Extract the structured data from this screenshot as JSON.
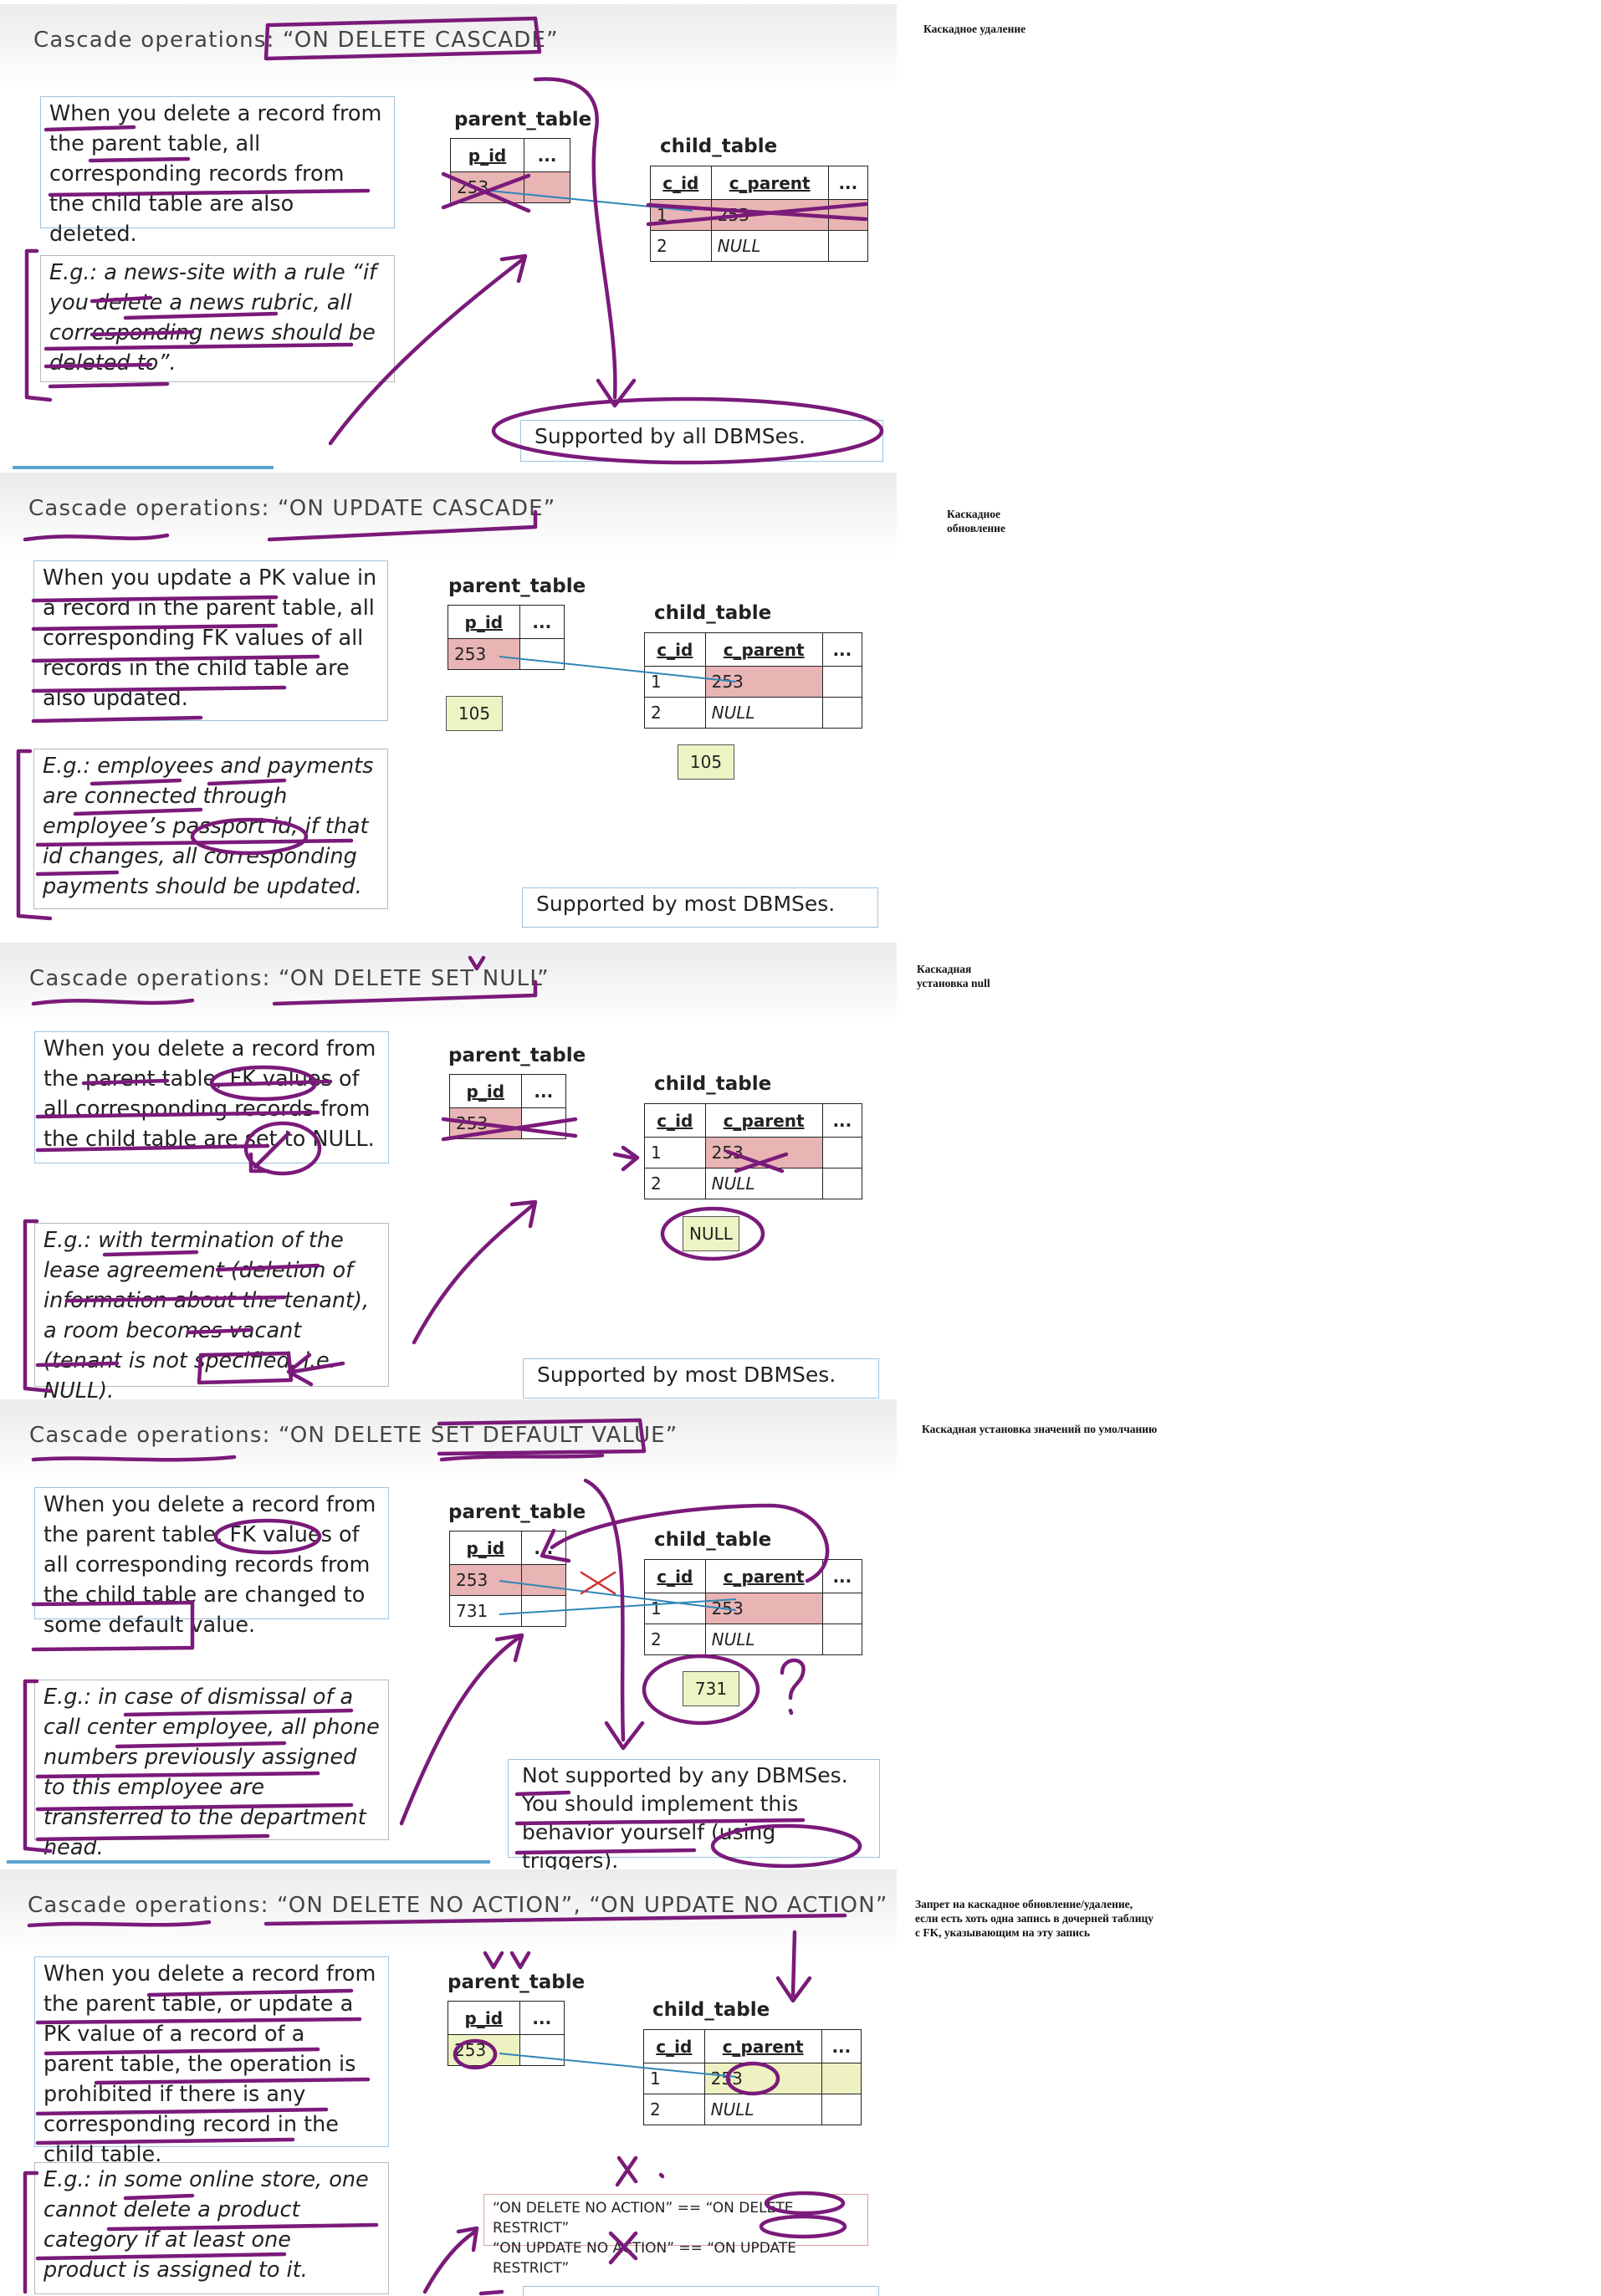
{
  "slides": [
    {
      "title": "Cascade operations: “ON DELETE CASCADE”",
      "desc": "When you delete a record from the parent table, all corresponding records from the child table are also deleted.",
      "example": "E.g.: a news-site with a rule “if you delete a news rubric, all corresponding news should be deleted to”.",
      "support": "Supported by all DBMSes.",
      "note": "Каскадное удаление"
    },
    {
      "title": "Cascade operations: “ON UPDATE CASCADE”",
      "desc": "When you update a PK value in a record in the parent table, all corresponding FK values of all records in the child table are also updated.",
      "example": "E.g.: employees and payments are connected through employee’s passport id, if that id changes, all corresponding payments should be updated.",
      "support": "Supported by most DBMSes.",
      "callout_parent": "105",
      "callout_child": "105",
      "note": "Каскадное обновление"
    },
    {
      "title": "Cascade operations: “ON DELETE SET NULL”",
      "desc": "When you delete a record from the parent table, FK values of all corresponding records from the child table are set to NULL.",
      "example": "E.g.: with termination of the lease agreement (deletion of information about the tenant), a room becomes vacant (tenant is not specified, i.e. NULL).",
      "support": "Supported by most DBMSes.",
      "callout_child": "NULL",
      "note": "Каскадная установка null"
    },
    {
      "title": "Cascade operations: “ON DELETE SET DEFAULT VALUE”",
      "desc": "When you delete a record from the parent table, FK values of all corresponding records from the child table are changed to some default value.",
      "example": "E.g.: in case of dismissal of a call center employee, all phone numbers previously assigned to this employee are transferred to the department head.",
      "support": "Not supported by any DBMSes. You should implement this behavior yourself (using triggers).",
      "callout_child": "731",
      "extra_pid": "731",
      "note": "Каскадная установка значений по умолчанию"
    },
    {
      "title": "Cascade operations: “ON DELETE NO ACTION”, “ON UPDATE NO ACTION”",
      "desc": "When you delete a record from the parent table, or update a PK value of a record of a parent table, the operation is prohibited if there is any corresponding record in the child table.",
      "example": "E.g.: in some online store, one cannot delete a product category if at least one product is assigned to it.",
      "rule1": "“ON DELETE NO ACTION” == “ON DELETE RESTRICT”",
      "rule2": "“ON UPDATE NO ACTION” == “ON UPDATE RESTRICT”",
      "note": "Запрет на каскадное обновление/удаление, если есть хоть одна запись в дочерней таблицу с FK, указывающим на эту запись"
    }
  ],
  "tables": {
    "parent_label": "parent_table",
    "child_label": "child_table",
    "pid_header": "p_id",
    "cid_header": "c_id",
    "cparent_header": "c_parent",
    "more": "...",
    "pid_value": "253",
    "row1_id": "1",
    "row2_id": "2",
    "row1_fk": "253",
    "row2_fk": "NULL"
  },
  "colors": {
    "ink": "#7a1a7a",
    "highlight_red": "#e9b4b4",
    "highlight_yellow": "#eef2c2",
    "link_blue": "#2f86b8"
  }
}
